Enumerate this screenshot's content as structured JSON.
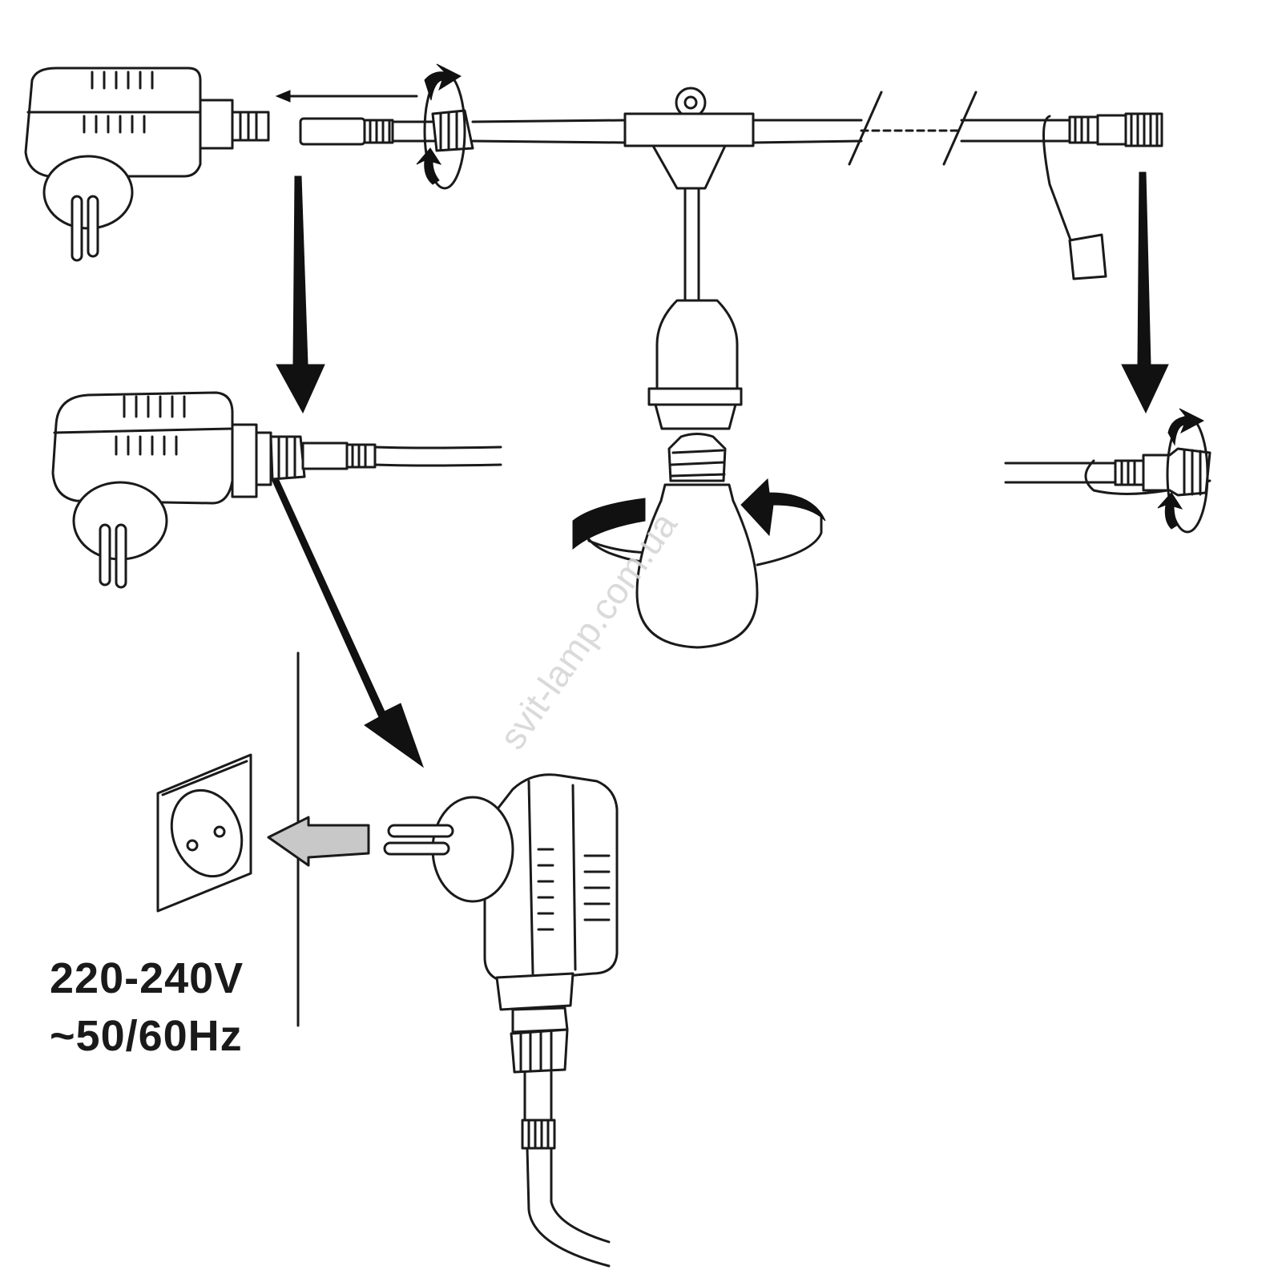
{
  "diagram": {
    "title": "Festoon string light installation",
    "voltage_label": "220-240V",
    "frequency_label": "~50/60Hz",
    "watermark": "svit-lamp.com.ua",
    "colors": {
      "line": "#1a1a1a",
      "arrow_gray": "#c8c8c8",
      "watermark": "#d6d6d6"
    },
    "icons": [
      "power-adapter-icon",
      "bulb-icon",
      "socket-icon",
      "wall-outlet-icon",
      "rotate-arrow-icon",
      "connector-cap-icon"
    ]
  }
}
